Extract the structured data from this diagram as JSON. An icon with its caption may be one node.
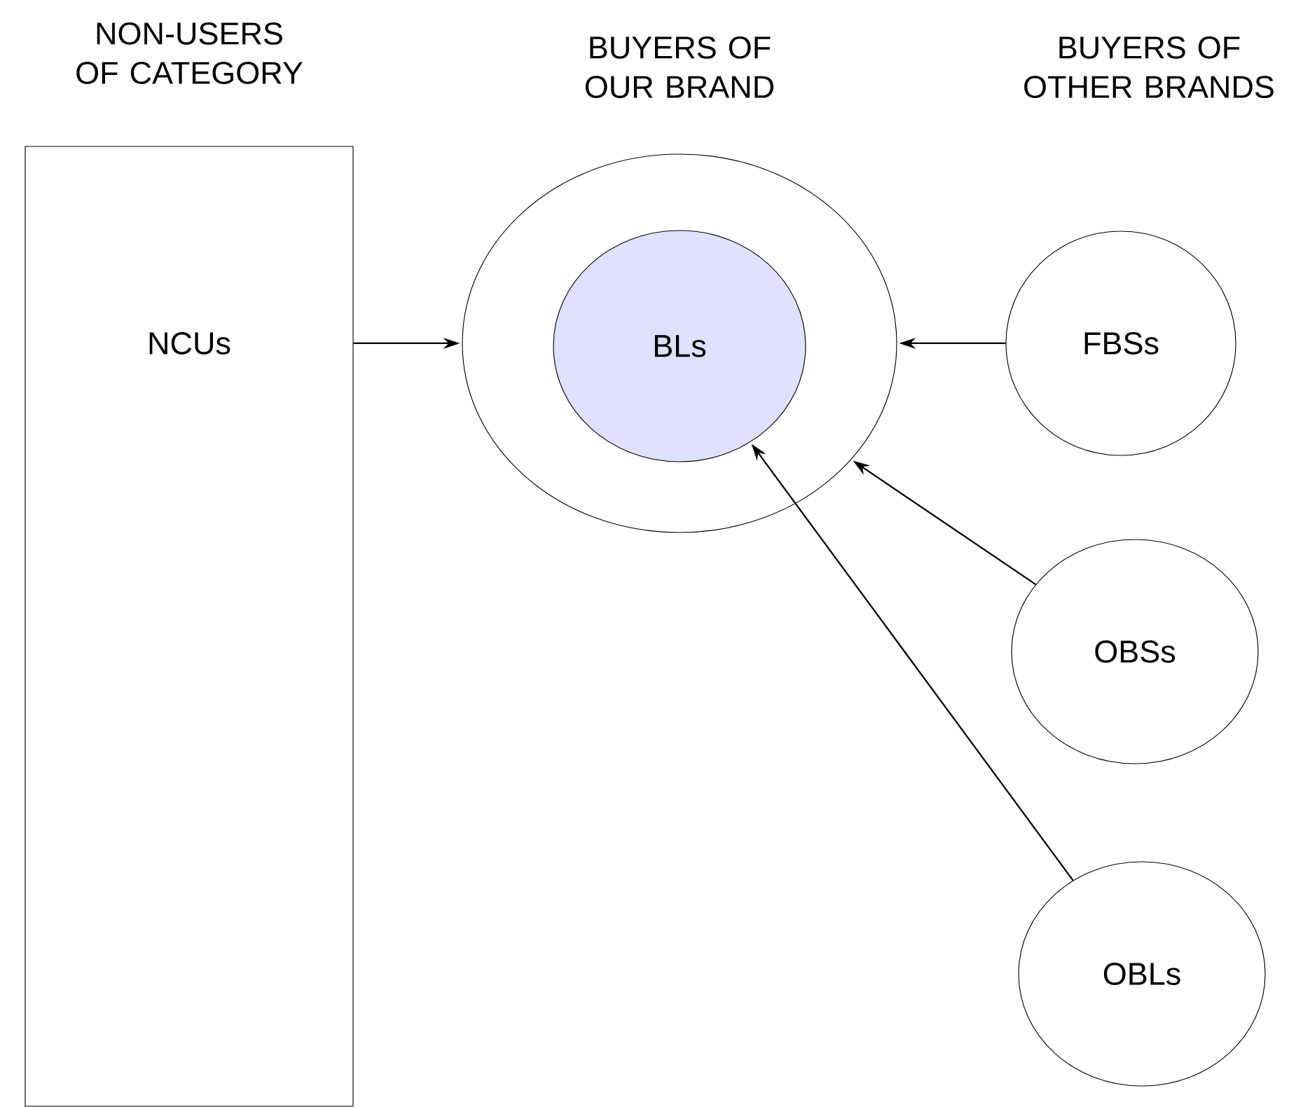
{
  "diagram": {
    "nodes": [
      {
        "text": [
          "NON-USERS OF CATEGORY",
          "NCUs"
        ]
      },
      {
        "text": [
          "BUYERS OF OUR BRAND"
        ]
      },
      {
        "text": [
          "BLs"
        ],
        "in": 1
      },
      {
        "text": [
          "FBSs"
        ]
      },
      {
        "text": [
          "OBSs"
        ]
      },
      {
        "text": [
          "OBLs"
        ]
      }
    ],
    "edges": [
      {
        "from": 0,
        "to": 1,
        "arrow": "to"
      },
      {
        "from": 3,
        "to": 1,
        "arrow": "to"
      },
      {
        "from": 4,
        "to": 1,
        "arrow": "to"
      },
      {
        "from": 5,
        "to": 2,
        "arrow": "to"
      }
    ],
    "labels": [
      "BUYERS OF OTHER BRANDS"
    ]
  }
}
